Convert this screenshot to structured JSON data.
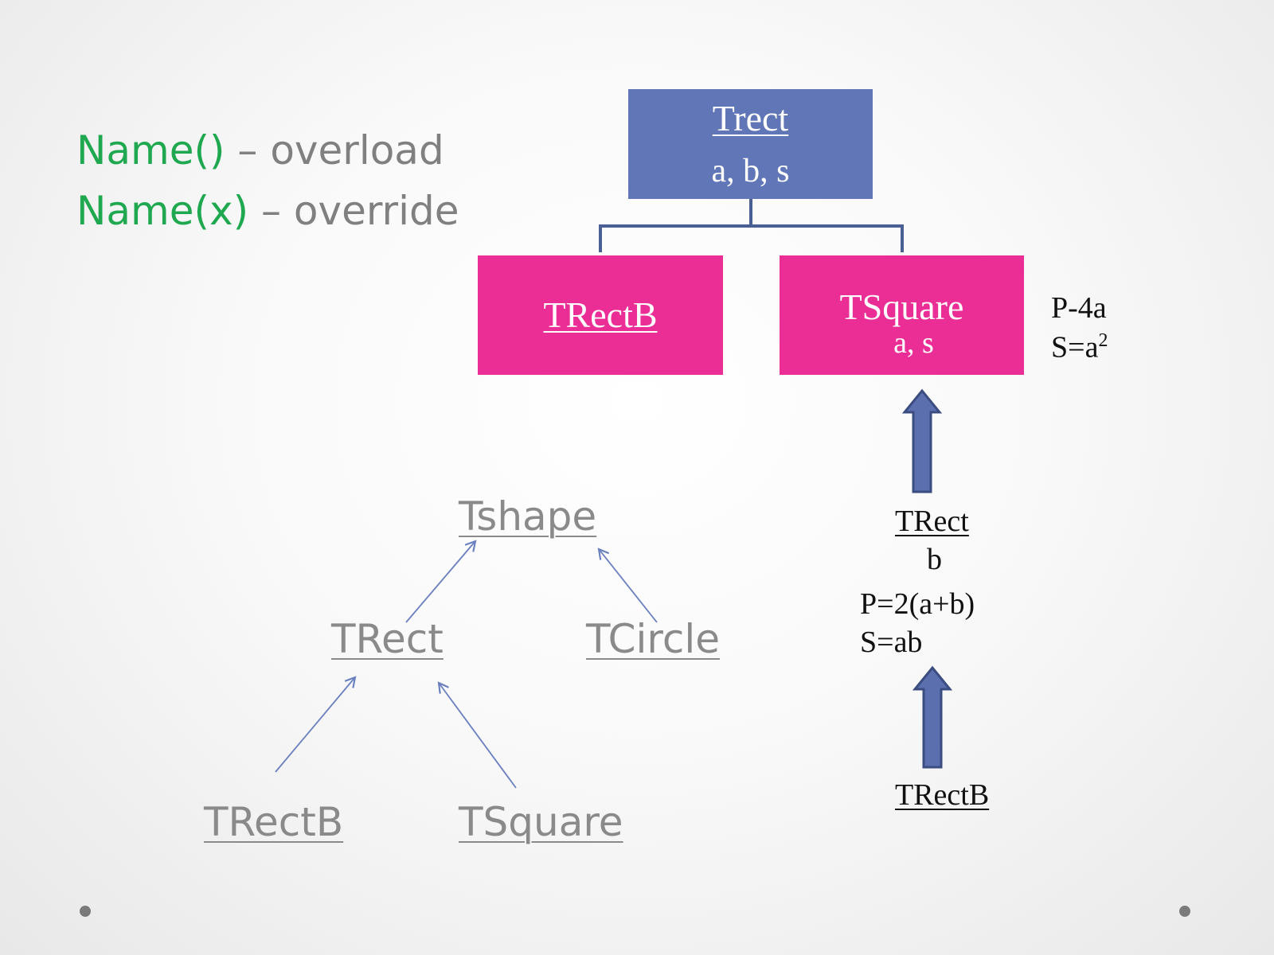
{
  "legend": [
    {
      "signature": "Name()",
      "rest": " – overload"
    },
    {
      "signature": "Name(x)",
      "rest": " – override"
    }
  ],
  "top_diagram": {
    "root": {
      "title": "Trect",
      "fields": "a, b, s"
    },
    "left_child": {
      "title": "TRectB"
    },
    "right_child": {
      "title": "TSquare",
      "fields": "a, s"
    },
    "square_formulas": {
      "perimeter": "P-4a",
      "area_base": "S=a",
      "area_exp": "2"
    }
  },
  "right_chain": {
    "middle": {
      "title": "TRect",
      "field": "b",
      "perimeter": "P=2(a+b)",
      "area": "S=ab"
    },
    "bottom": {
      "title": "TRectB"
    }
  },
  "hierarchy": {
    "root": "Tshape",
    "level1_left": "TRect",
    "level1_right": "TCircle",
    "level2_left": "TRectB",
    "level2_right": "TSquare"
  },
  "colors": {
    "root_box": "#6176b7",
    "child_box": "#eb2d96",
    "connector": "#4a5f94",
    "arrow_fill": "#5b6fae",
    "arrow_stroke": "#3b4d80",
    "hierarchy_arrow": "#6a7fbf",
    "legend_signature": "#1fa84f",
    "legend_text": "#808080"
  }
}
